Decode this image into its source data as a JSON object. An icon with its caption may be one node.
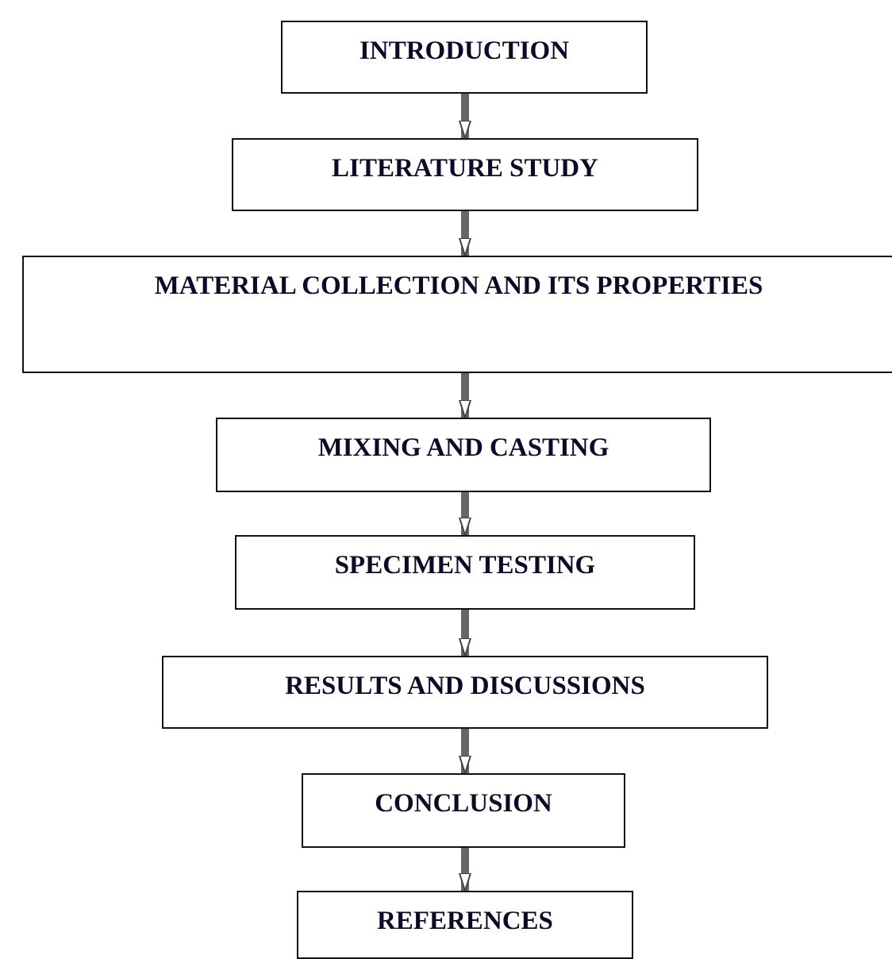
{
  "diagram": {
    "nodes": [
      {
        "text": [
          "INTRODUCTION"
        ]
      },
      {
        "text": [
          "LITERATURE STUDY"
        ]
      },
      {
        "text": [
          "MATERIAL COLLECTION AND ITS PROPERTIES"
        ]
      },
      {
        "text": [
          "MIXING AND CASTING"
        ]
      },
      {
        "text": [
          "SPECIMEN TESTING"
        ]
      },
      {
        "text": [
          "RESULTS AND DISCUSSIONS"
        ]
      },
      {
        "text": [
          "CONCLUSION"
        ]
      },
      {
        "text": [
          "REFERENCES"
        ]
      }
    ],
    "edges": [
      {
        "from": 0,
        "to": 1,
        "arrow": "to"
      },
      {
        "from": 1,
        "to": 2,
        "arrow": "to"
      },
      {
        "from": 2,
        "to": 3,
        "arrow": "to"
      },
      {
        "from": 3,
        "to": 4,
        "arrow": "to"
      },
      {
        "from": 4,
        "to": 5,
        "arrow": "to"
      },
      {
        "from": 5,
        "to": 6,
        "arrow": "to"
      },
      {
        "from": 6,
        "to": 7,
        "arrow": "to"
      }
    ]
  }
}
